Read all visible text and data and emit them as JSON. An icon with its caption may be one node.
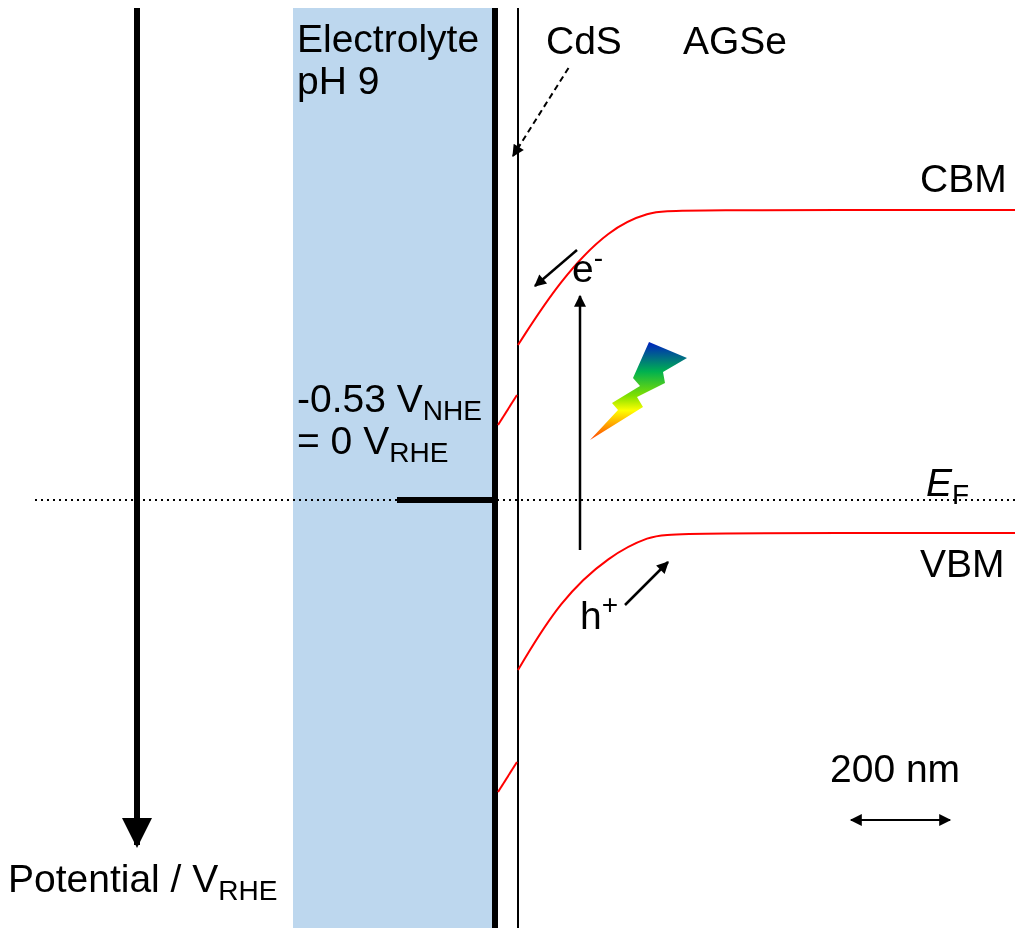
{
  "diagram": {
    "nodes": [
      {
        "text": [
          "Electrolyte pH 9",
          "-0.53 V$_{NHE}$ = 0 V$_{RHE}$"
        ]
      },
      {
        "text": [
          "CdS"
        ]
      },
      {
        "text": [],
        "shape": "bar"
      }
    ],
    "edges": [
      {
        "from": 1,
        "to": 2,
        "arrow": "to",
        "style": "dashed"
      }
    ],
    "labels": [
      "AGSe",
      "CBM",
      "e$^{-}$",
      "*E*$_{F}$",
      "VBM",
      "h$^{+}$",
      "200 nm",
      "Potential / V$_{RHE}$"
    ]
  }
}
